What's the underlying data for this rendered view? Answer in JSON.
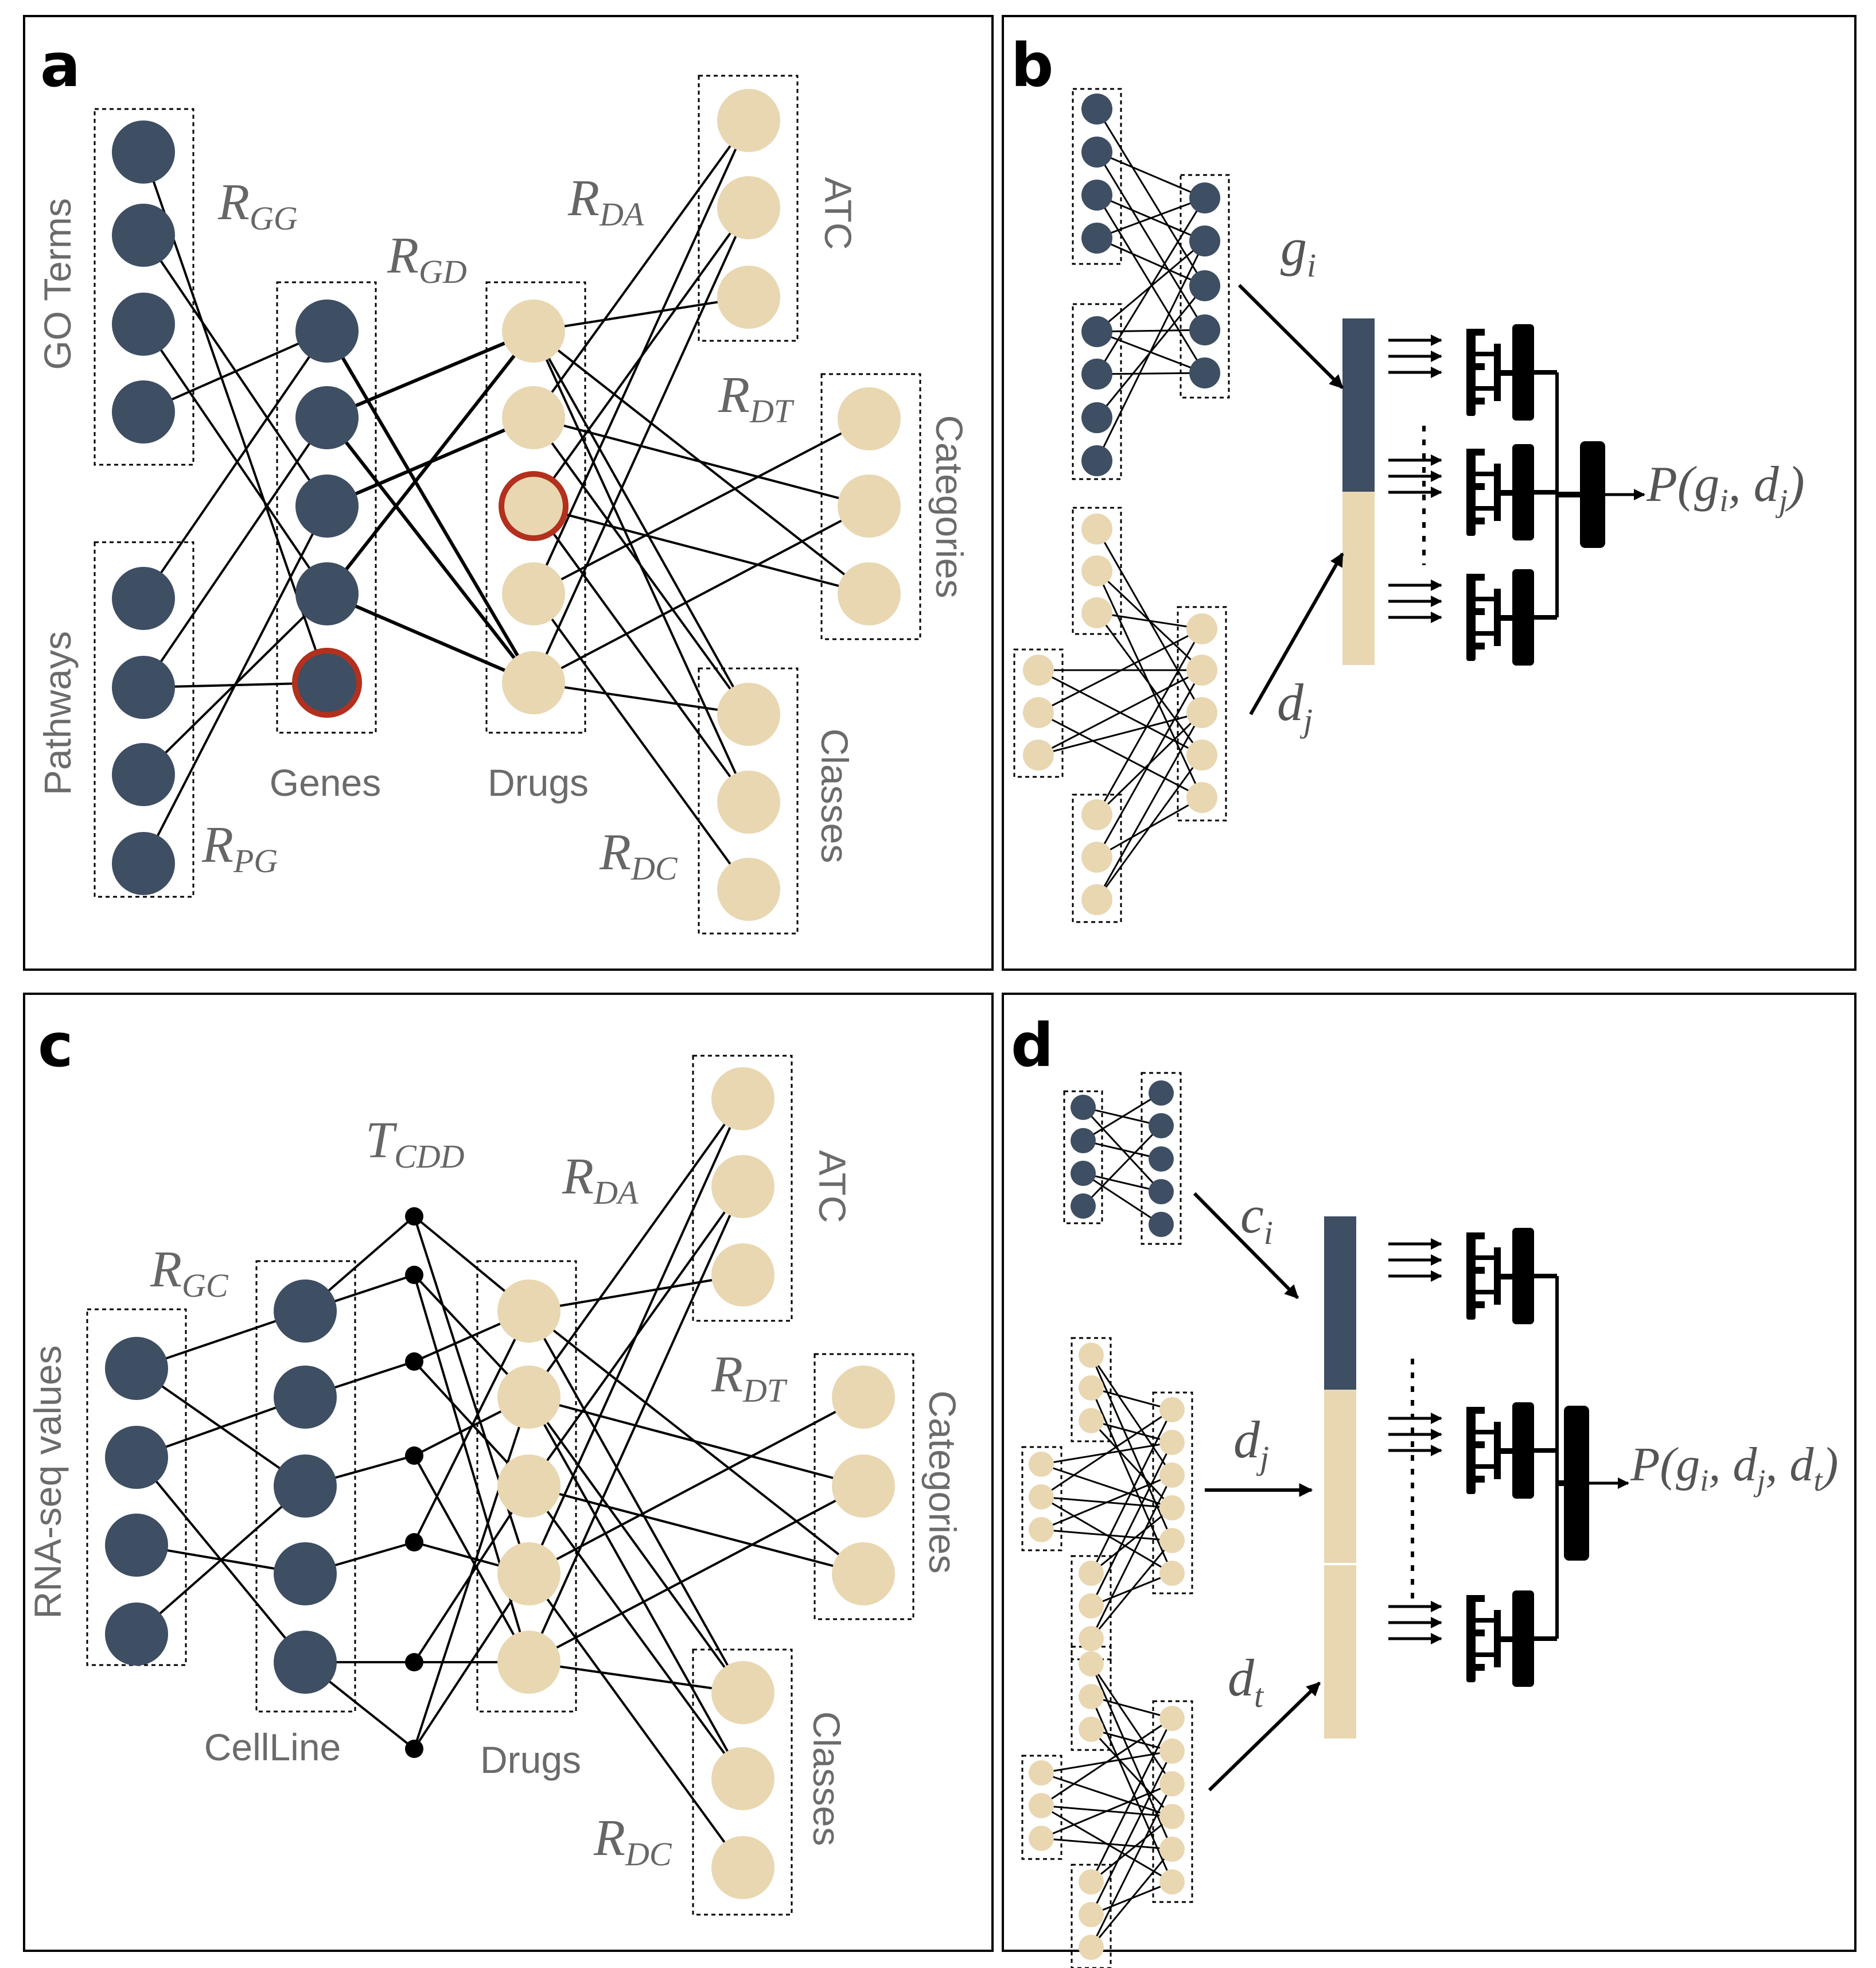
{
  "colors": {
    "navy": "#3e4e63",
    "beige": "#e9d7b2",
    "highlight_ring": "#b2301d",
    "line": "#000000",
    "label_gray": "#6b6b6b",
    "relation_gray": "#666666"
  },
  "panels": {
    "a": {
      "letter": "a",
      "group_labels": {
        "go_terms": "GO Terms",
        "pathways": "Pathways",
        "genes": "Genes",
        "drugs": "Drugs",
        "atc": "ATC",
        "categories": "Categories",
        "classes": "Classes"
      },
      "relations": {
        "gg": {
          "main": "R",
          "sub": "GG"
        },
        "gd": {
          "main": "R",
          "sub": "GD"
        },
        "da": {
          "main": "R",
          "sub": "DA"
        },
        "dt": {
          "main": "R",
          "sub": "DT"
        },
        "pg": {
          "main": "R",
          "sub": "PG"
        },
        "dc": {
          "main": "R",
          "sub": "DC"
        }
      }
    },
    "b": {
      "letter": "b",
      "gene_input": {
        "main": "g",
        "sub": "i"
      },
      "drug_input": {
        "main": "d",
        "sub": "j"
      },
      "output": {
        "prefix": "P(",
        "a": "g",
        "a_sub": "i",
        "sep": ", ",
        "b": "d",
        "b_sub": "j",
        "suffix": ")"
      }
    },
    "c": {
      "letter": "c",
      "group_labels": {
        "rnaseq": "RNA-seq values",
        "cellline": "CellLine",
        "drugs": "Drugs",
        "atc": "ATC",
        "categories": "Categories",
        "classes": "Classes"
      },
      "relations": {
        "gc": {
          "main": "R",
          "sub": "GC"
        },
        "cdd": {
          "main": "T",
          "sub": "CDD"
        },
        "da": {
          "main": "R",
          "sub": "DA"
        },
        "dt": {
          "main": "R",
          "sub": "DT"
        },
        "dc": {
          "main": "R",
          "sub": "DC"
        }
      }
    },
    "d": {
      "letter": "d",
      "cell_input": {
        "main": "c",
        "sub": "i"
      },
      "drug1_input": {
        "main": "d",
        "sub": "j"
      },
      "drug2_input": {
        "main": "d",
        "sub": "t"
      },
      "output": {
        "prefix": "P(",
        "a": "g",
        "a_sub": "i",
        "sep": ", ",
        "b": "d",
        "b_sub": "j",
        "sep2": ", ",
        "c": "d",
        "c_sub": "t",
        "suffix": ")"
      }
    }
  }
}
